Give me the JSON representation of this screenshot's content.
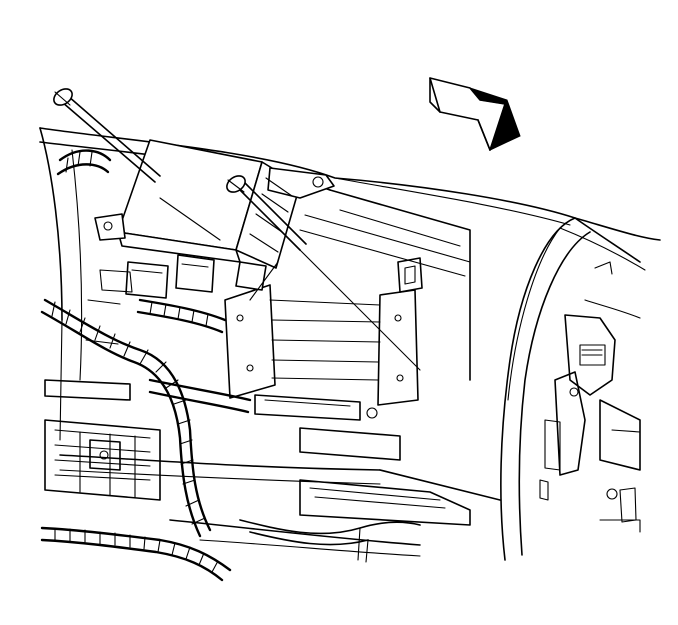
{
  "figure": {
    "components": [
      {
        "name": "module",
        "icon": "control-module"
      },
      {
        "name": "bolt",
        "icon": "bolt-icon"
      },
      {
        "name": "direction-arrow",
        "icon": "arrow-icon"
      },
      {
        "name": "wiring-harness",
        "icon": "wire-harness"
      },
      {
        "name": "mounting-bracket",
        "icon": "bracket"
      },
      {
        "name": "instrument-panel",
        "icon": "dashboard"
      }
    ],
    "colors": {
      "ink": "#000000",
      "paper": "#ffffff"
    }
  }
}
